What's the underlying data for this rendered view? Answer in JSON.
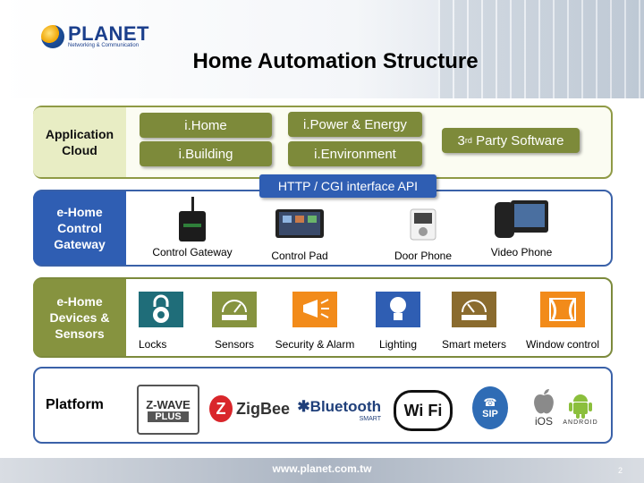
{
  "logo": {
    "name": "PLANET",
    "tagline": "Networking & Communication"
  },
  "title": "Home Automation Structure",
  "layers": {
    "app": "Application Cloud",
    "gateway": "e-Home Control Gateway",
    "devices": "e-Home Devices & Sensors",
    "platform": "Platform"
  },
  "apps": {
    "ihome": "i.Home",
    "ipower": "i.Power & Energy",
    "ibuilding": "i.Building",
    "ienv": "i.Environment",
    "third": "3rd Party Software"
  },
  "api": "HTTP / CGI interface API",
  "gateway_items": [
    "Control Gateway",
    "Control Pad",
    "Door Phone",
    "Video Phone"
  ],
  "device_items": [
    "Locks",
    "Sensors",
    "Security & Alarm",
    "Lighting",
    "Smart meters",
    "Window control"
  ],
  "platforms": {
    "zwave": "Z-WAVE",
    "zwave_plus": "PLUS",
    "zigbee": "ZigBee",
    "bluetooth": "Bluetooth",
    "bt_smart": "SMART",
    "wifi": "Wi Fi",
    "sip": "SIP",
    "ios": "iOS",
    "android": "ANDROID"
  },
  "colors": {
    "olive": "#7d8a3a",
    "blue": "#2f5eb3",
    "teal": "#1f6d79",
    "orange": "#f28b1a"
  },
  "footer": {
    "url": "www.planet.com.tw",
    "page": "2"
  }
}
